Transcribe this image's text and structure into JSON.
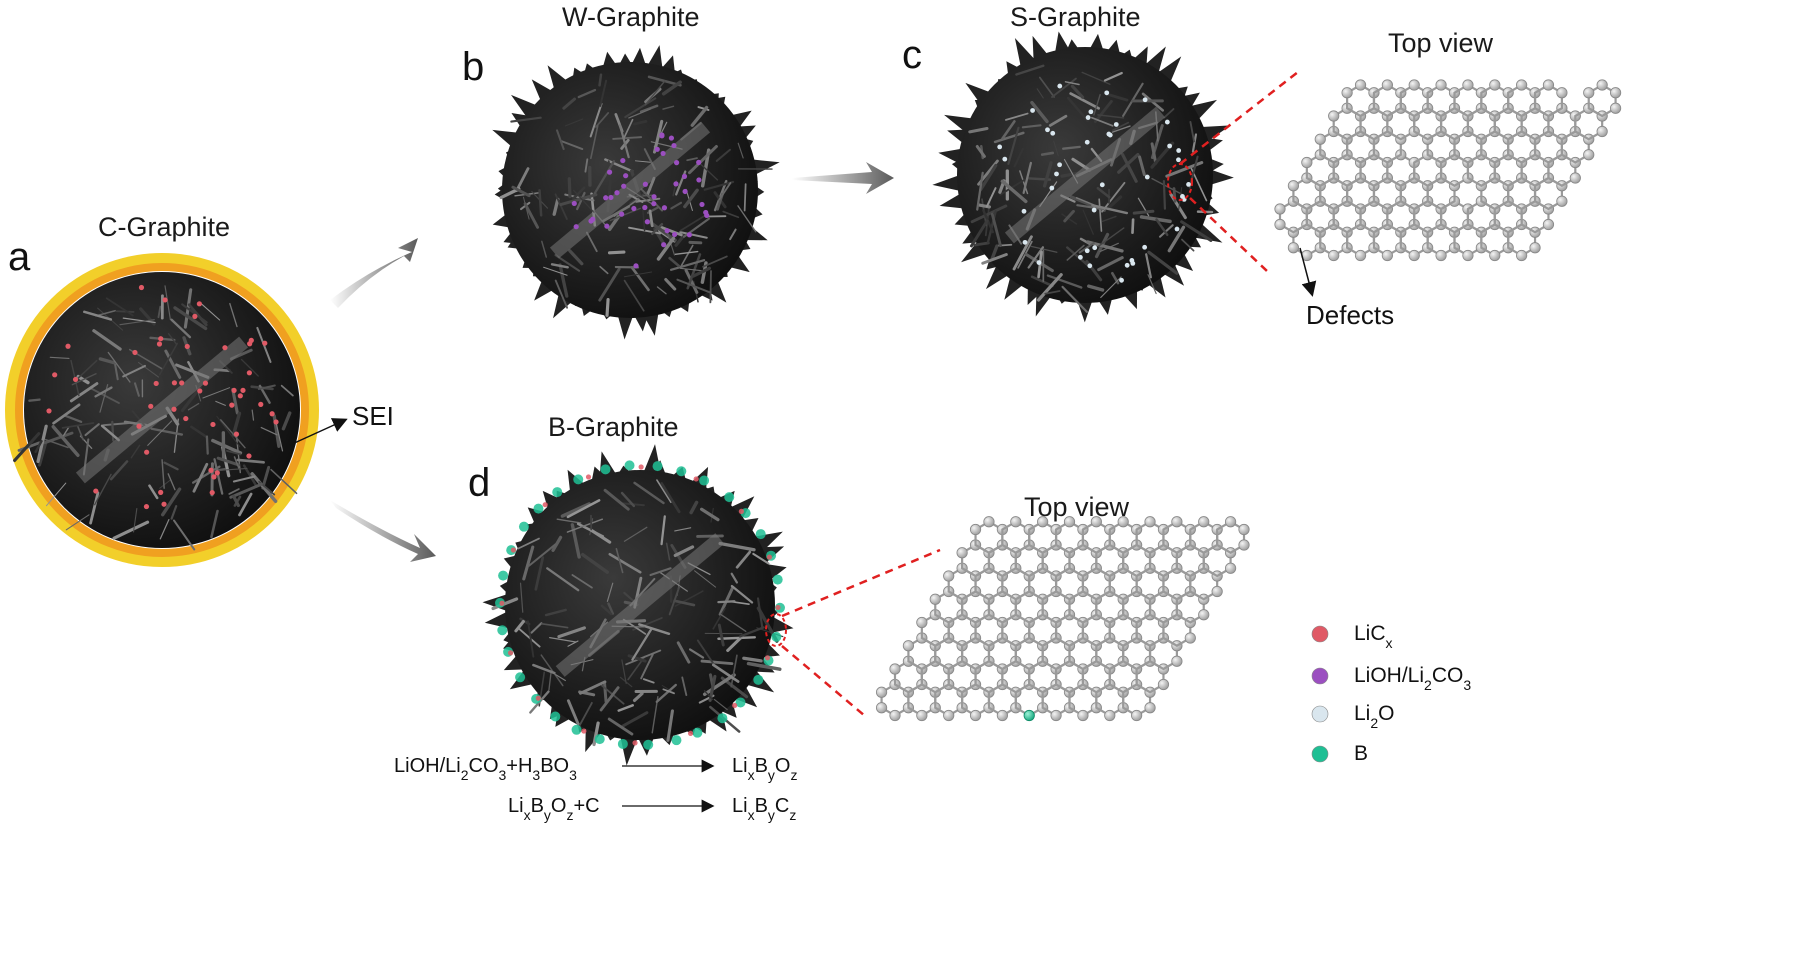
{
  "panels": {
    "a": {
      "letter": "a",
      "title": "C-Graphite",
      "sei_label": "SEI"
    },
    "b": {
      "letter": "b",
      "title": "W-Graphite"
    },
    "c": {
      "letter": "c",
      "title": "S-Graphite",
      "top_view": "Top view",
      "defects": "Defects"
    },
    "d": {
      "letter": "d",
      "title": "B-Graphite",
      "top_view": "Top view"
    }
  },
  "legend": [
    {
      "key": "lic",
      "text": "LiC",
      "sub": "x",
      "color": "#e05a66"
    },
    {
      "key": "lioh",
      "parts": [
        [
          "LiOH/Li",
          false
        ],
        [
          "2",
          true
        ],
        [
          "CO",
          false
        ],
        [
          "3",
          true
        ]
      ],
      "color": "#9b4fc0"
    },
    {
      "key": "li2o",
      "parts": [
        [
          "Li",
          false
        ],
        [
          "2",
          true
        ],
        [
          "O",
          false
        ]
      ],
      "color": "#d9e6ee"
    },
    {
      "key": "b",
      "text": "B",
      "color": "#1fbf94"
    }
  ],
  "equations": [
    {
      "lhs": [
        [
          "LiOH/Li",
          false
        ],
        [
          "2",
          true
        ],
        [
          "CO",
          false
        ],
        [
          "3",
          true
        ],
        [
          "+H",
          false
        ],
        [
          "3",
          true
        ],
        [
          "BO",
          false
        ],
        [
          "3",
          true
        ]
      ],
      "rhs": [
        [
          "Li",
          false
        ],
        [
          "x",
          true
        ],
        [
          "B",
          false
        ],
        [
          "y",
          true
        ],
        [
          "O",
          false
        ],
        [
          "z",
          true
        ]
      ]
    },
    {
      "lhs": [
        [
          "Li",
          false
        ],
        [
          "x",
          true
        ],
        [
          "B",
          false
        ],
        [
          "y",
          true
        ],
        [
          "O",
          false
        ],
        [
          "z",
          true
        ],
        [
          "+C",
          false
        ]
      ],
      "rhs": [
        [
          "Li",
          false
        ],
        [
          "x",
          true
        ],
        [
          "B",
          false
        ],
        [
          "y",
          true
        ],
        [
          "C",
          false
        ],
        [
          "z",
          true
        ]
      ]
    }
  ],
  "colors": {
    "sei_orange": "#f0a020",
    "sei_yellow": "#f2cf2a",
    "graphite_dark": "#1e1e1e",
    "graphite_light": "#8a8a8a",
    "carbon_atom": "#c8c8c8",
    "bond": "#9a9a9a",
    "callout": "#e02020"
  }
}
